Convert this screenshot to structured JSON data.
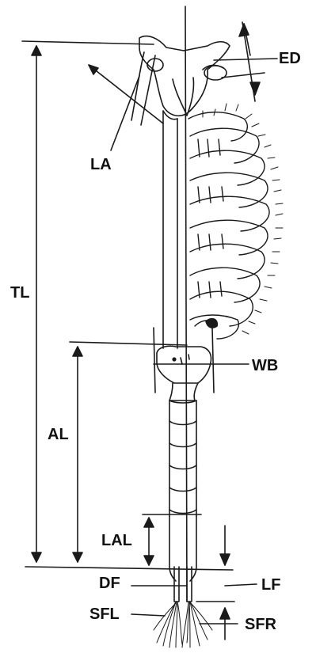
{
  "labels": {
    "ed": "ED",
    "la": "LA",
    "tl": "TL",
    "wb": "WB",
    "al": "AL",
    "lal": "LAL",
    "df": "DF",
    "lf": "LF",
    "sfl": "SFL",
    "sfr": "SFR"
  },
  "colors": {
    "ink": "#1a1a1a",
    "paper": "#ffffff"
  }
}
